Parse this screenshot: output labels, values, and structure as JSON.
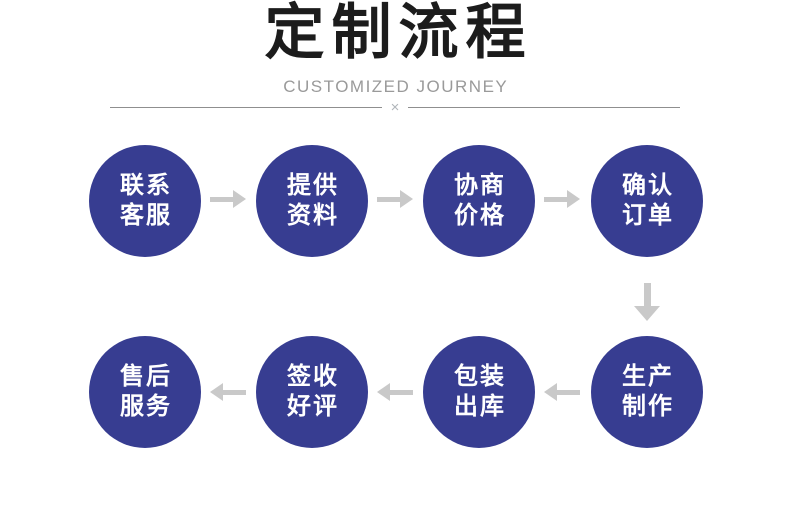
{
  "header": {
    "title": "定制流程",
    "subtitle": "CUSTOMIZED JOURNEY",
    "divider_mark": "×"
  },
  "steps": [
    {
      "line1": "联系",
      "line2": "客服"
    },
    {
      "line1": "提供",
      "line2": "资料"
    },
    {
      "line1": "协商",
      "line2": "价格"
    },
    {
      "line1": "确认",
      "line2": "订单"
    },
    {
      "line1": "生产",
      "line2": "制作"
    },
    {
      "line1": "包装",
      "line2": "出库"
    },
    {
      "line1": "签收",
      "line2": "好评"
    },
    {
      "line1": "售后",
      "line2": "服务"
    }
  ],
  "colors": {
    "circle": "#373d91",
    "arrow": "#c9c9c9",
    "title": "#1c1c1c",
    "subtitle": "#9a9a9a",
    "divider": "#8f8f8f",
    "divider-x": "#b0b5ba"
  }
}
